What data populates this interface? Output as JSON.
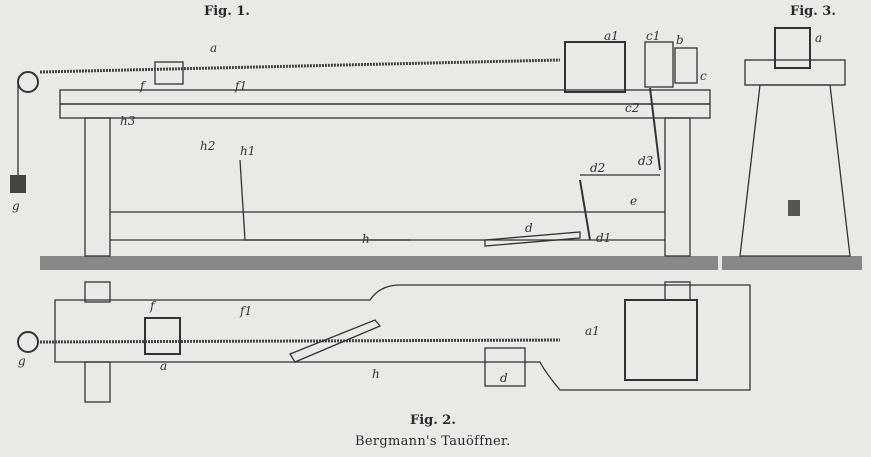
{
  "figures": {
    "fig1": {
      "caption": "Fig. 1."
    },
    "fig2": {
      "caption": "Fig. 2.",
      "title": "Bergmann's Tauöffner."
    },
    "fig3": {
      "caption": "Fig. 3."
    }
  },
  "labels": {
    "a": "a",
    "a1": "a1",
    "b": "b",
    "c": "c",
    "c1": "c1",
    "c2": "c2",
    "d": "d",
    "d1": "d1",
    "d2": "d2",
    "d3": "d3",
    "e": "e",
    "f": "f",
    "f1": "f1",
    "g": "g",
    "h": "h",
    "h1": "h1",
    "h2": "h2",
    "h3": "h3"
  }
}
